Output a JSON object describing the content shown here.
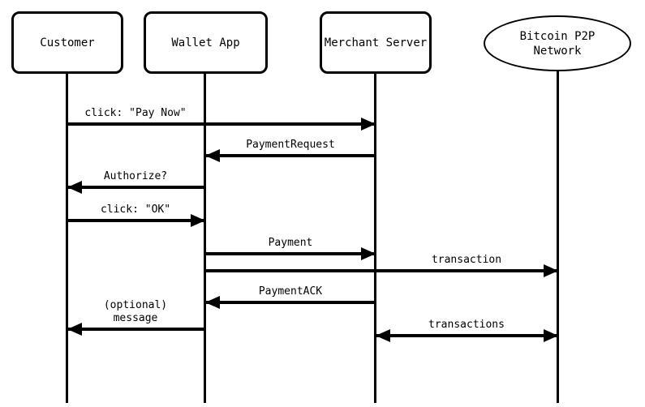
{
  "diagram": {
    "title": "Bitcoin payment protocol sequence diagram",
    "colors": {
      "line": "#000000",
      "background": "#ffffff",
      "text": "#000000"
    },
    "participants": [
      {
        "label": "Customer",
        "shape": "rounded-rect"
      },
      {
        "label": "Wallet App",
        "shape": "rounded-rect"
      },
      {
        "label": "Merchant Server",
        "shape": "rounded-rect"
      },
      {
        "label": "Bitcoin P2P Network",
        "shape": "ellipse"
      }
    ],
    "messages": [
      {
        "label": "click: \"Pay Now\"",
        "from": "Customer",
        "to": "Merchant Server",
        "direction": "right"
      },
      {
        "label": "PaymentRequest",
        "from": "Merchant Server",
        "to": "Wallet App",
        "direction": "left"
      },
      {
        "label": "Authorize?",
        "from": "Wallet App",
        "to": "Customer",
        "direction": "left"
      },
      {
        "label": "click: \"OK\"",
        "from": "Customer",
        "to": "Wallet App",
        "direction": "right"
      },
      {
        "label": "Payment",
        "from": "Wallet App",
        "to": "Merchant Server",
        "direction": "right"
      },
      {
        "label": "transaction",
        "from": "Wallet App",
        "to": "Bitcoin P2P Network",
        "direction": "right"
      },
      {
        "label": "PaymentACK",
        "from": "Merchant Server",
        "to": "Wallet App",
        "direction": "left"
      },
      {
        "label": "(optional) message",
        "from": "Wallet App",
        "to": "Customer",
        "direction": "left"
      },
      {
        "label": "transactions",
        "from": "Merchant Server",
        "to": "Bitcoin P2P Network",
        "direction": "both"
      }
    ]
  }
}
